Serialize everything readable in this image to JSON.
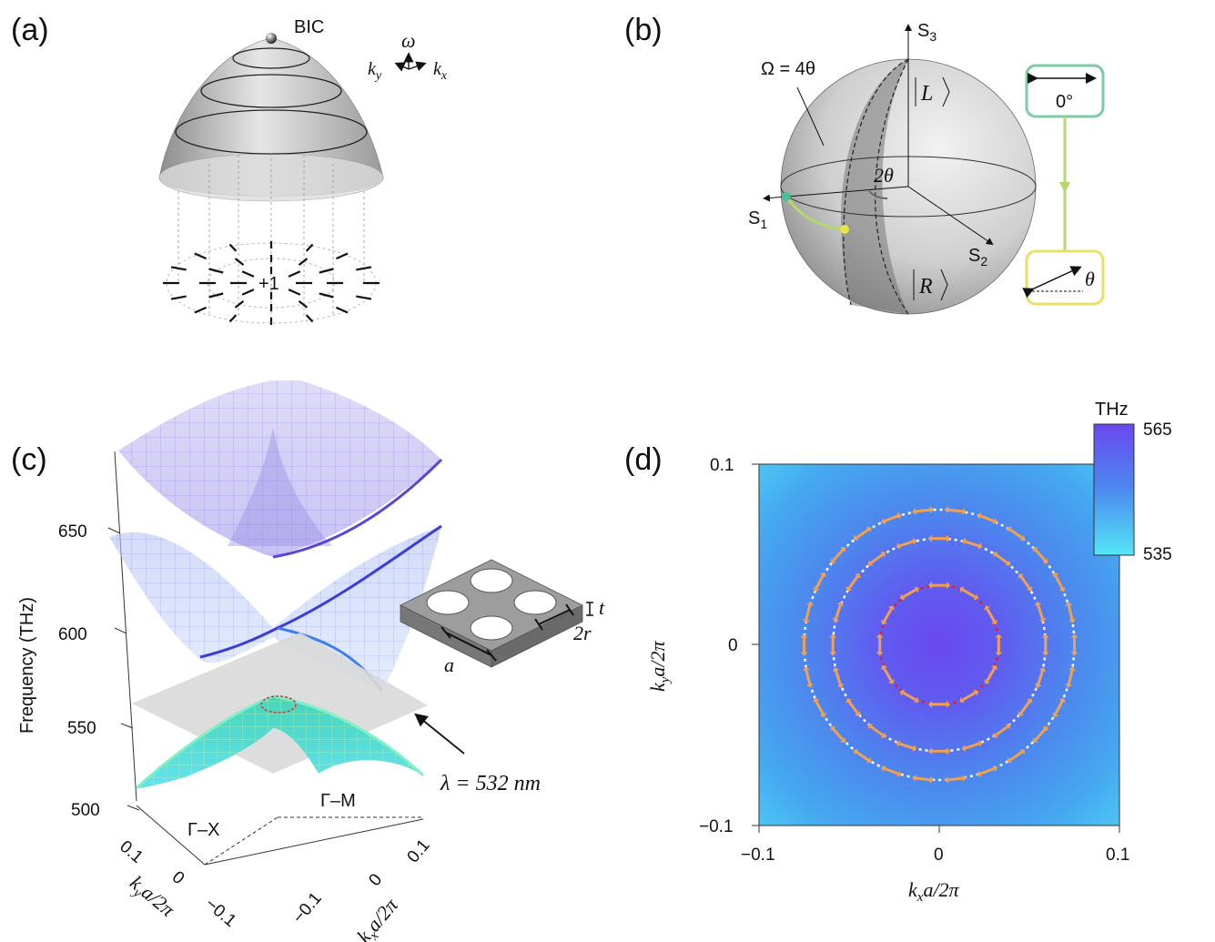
{
  "panels": {
    "a": {
      "label": "(a)",
      "bic_label": "BIC",
      "omega": "ω",
      "ky": "k",
      "ky_sub": "y",
      "kx": "k",
      "kx_sub": "x",
      "charge": "+1"
    },
    "b": {
      "label": "(b)",
      "solid_angle": "Ω = 4θ",
      "s1": "S",
      "s1_sub": "1",
      "s2": "S",
      "s2_sub": "2",
      "s3": "S",
      "s3_sub": "3",
      "ket_l": "L",
      "ket_r": "R",
      "two_theta": "2θ",
      "box_top_angle": "0°",
      "box_bottom_angle": "θ",
      "colors": {
        "top_box": "#7ecba6",
        "bottom_box": "#e8e066",
        "arrow": "#b4d96b",
        "start_point": "#4bbf96",
        "end_point": "#e9e44a"
      }
    },
    "c": {
      "label": "(c)",
      "zlabel": "Frequency (THz)",
      "zticks": [
        "650",
        "600",
        "550",
        "500"
      ],
      "ky_ticks": [
        "0.1",
        "0",
        "−0.1"
      ],
      "kx_ticks": [
        "−0.1",
        "0",
        "0.1"
      ],
      "ky_axis": "k",
      "ky_axis_sub": "y",
      "ky_axis_rest": "a/2π",
      "kx_axis": "k",
      "kx_axis_sub": "x",
      "kx_axis_rest": "a/2π",
      "gamma_x": "Γ–X",
      "gamma_m": "Γ–M",
      "lambda_label": "λ = 532  nm",
      "inset": {
        "a": "a",
        "t": "t",
        "two_r": "2r"
      }
    },
    "d": {
      "label": "(d)",
      "colorbar_title": "THz",
      "colorbar_max": "565",
      "colorbar_min": "535",
      "xticks": [
        "−0.1",
        "0",
        "0.1"
      ],
      "yticks": [
        "0.1",
        "0",
        "−0.1"
      ],
      "xlabel": "k",
      "xlabel_sub": "x",
      "xlabel_rest": "a/2π",
      "ylabel": "k",
      "ylabel_sub": "y",
      "ylabel_rest": "a/2π",
      "colors": {
        "high": "#6a48f0",
        "low": "#55e6f7",
        "arrow": "#f0a050",
        "inner_loop": "#e02020",
        "outer_loops": "#ffffff"
      }
    }
  },
  "chart_data": {
    "type": "heatmap",
    "x_range": [
      -0.1,
      0.1
    ],
    "y_range": [
      -0.1,
      0.1
    ],
    "color_range": [
      535,
      565
    ],
    "color_unit": "THz",
    "loops": [
      {
        "name": "inner",
        "radius": 0.033
      },
      {
        "name": "middle",
        "radius": 0.059
      },
      {
        "name": "outer",
        "radius": 0.075
      }
    ]
  }
}
